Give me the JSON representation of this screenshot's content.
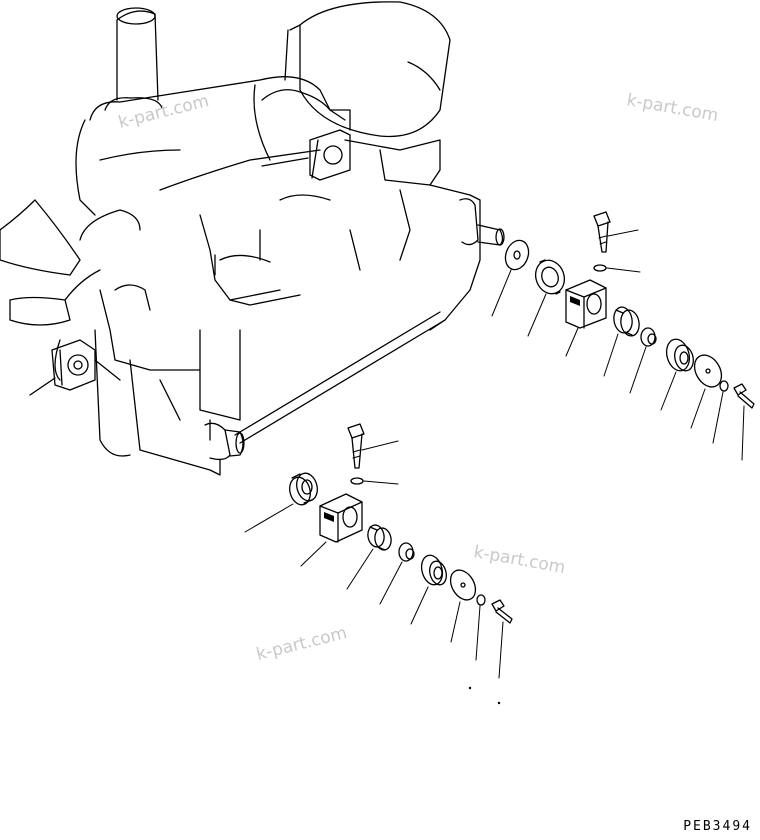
{
  "watermarks": [
    "k-part.com",
    "k-part.com",
    "k-part.com",
    "k-part.com"
  ],
  "figure_code": "PEB3494",
  "colors": {
    "line": "#000000",
    "watermark": "#c9c9c9",
    "background": "#ffffff"
  }
}
